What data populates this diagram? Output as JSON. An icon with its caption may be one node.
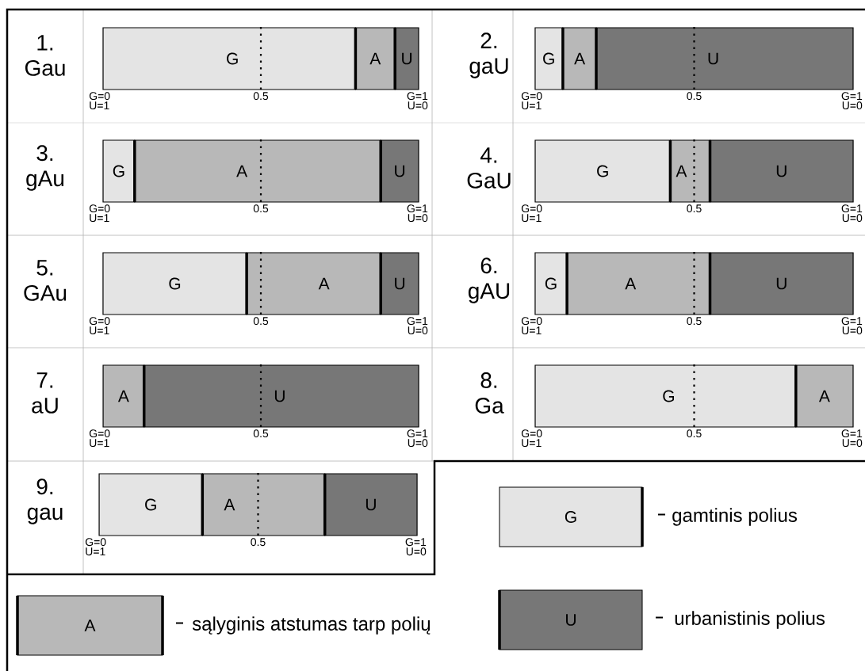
{
  "diagram": {
    "nodes": [
      {
        "text": [
          "G"
        ]
      },
      {
        "text": [
          "A"
        ]
      },
      {
        "text": [
          "U"
        ]
      },
      {
        "text": [
          "G"
        ]
      },
      {
        "text": [
          "A"
        ]
      },
      {
        "text": [
          "U"
        ]
      },
      {
        "text": [
          "G"
        ]
      },
      {
        "text": [
          "A"
        ]
      },
      {
        "text": [
          "U"
        ]
      },
      {
        "text": [
          "G"
        ]
      },
      {
        "text": [
          "A"
        ]
      },
      {
        "text": [
          "U"
        ]
      },
      {
        "text": [
          "G"
        ]
      },
      {
        "text": [
          "A"
        ]
      },
      {
        "text": [
          "U"
        ]
      },
      {
        "text": [
          "G"
        ]
      },
      {
        "text": [
          "A"
        ]
      },
      {
        "text": [
          "U"
        ]
      },
      {
        "text": [
          "A"
        ]
      },
      {
        "text": [
          "U"
        ]
      },
      {
        "text": [
          "G"
        ]
      },
      {
        "text": [
          "A"
        ]
      },
      {
        "text": [
          "G"
        ]
      },
      {
        "text": [
          "A"
        ]
      },
      {
        "text": [
          "U"
        ]
      }
    ],
    "labels": [
      "1. Gau",
      "G=0 U=1",
      "0.5",
      "G=1 U=0",
      "2. gaU",
      "G=0 U=1",
      "0.5",
      "G=1 U=0",
      "3. gAu",
      "G=0 U=1",
      "0.5",
      "G=1 U=0",
      "4. GaU",
      "G=0 U=1",
      "0.5",
      "G=1 U=0",
      "5. GAu",
      "G=0 U=1",
      "0.5",
      "G=1 U=0",
      "6. gAU",
      "G=0 U=1",
      "0.5",
      "G=1 U=0",
      "7. aU",
      "G=0 U=1",
      "0.5",
      "G=1 U=0",
      "8. Ga",
      "G=0 U=1",
      "0.5",
      "G=1 U=0",
      "9. gau",
      "G=0 U=1",
      "0.5",
      "G=1 U=0",
      "G",
      "A",
      "U"
    ],
    "legend": [
      {
        "text": "gamtinis polius",
        "color": "#e4e4e4"
      },
      {
        "text": "sąlyginis atstumas tarp polių",
        "color": "#b8b8b8"
      },
      {
        "text": "urbanistinis polius",
        "color": "#777777"
      }
    ]
  }
}
